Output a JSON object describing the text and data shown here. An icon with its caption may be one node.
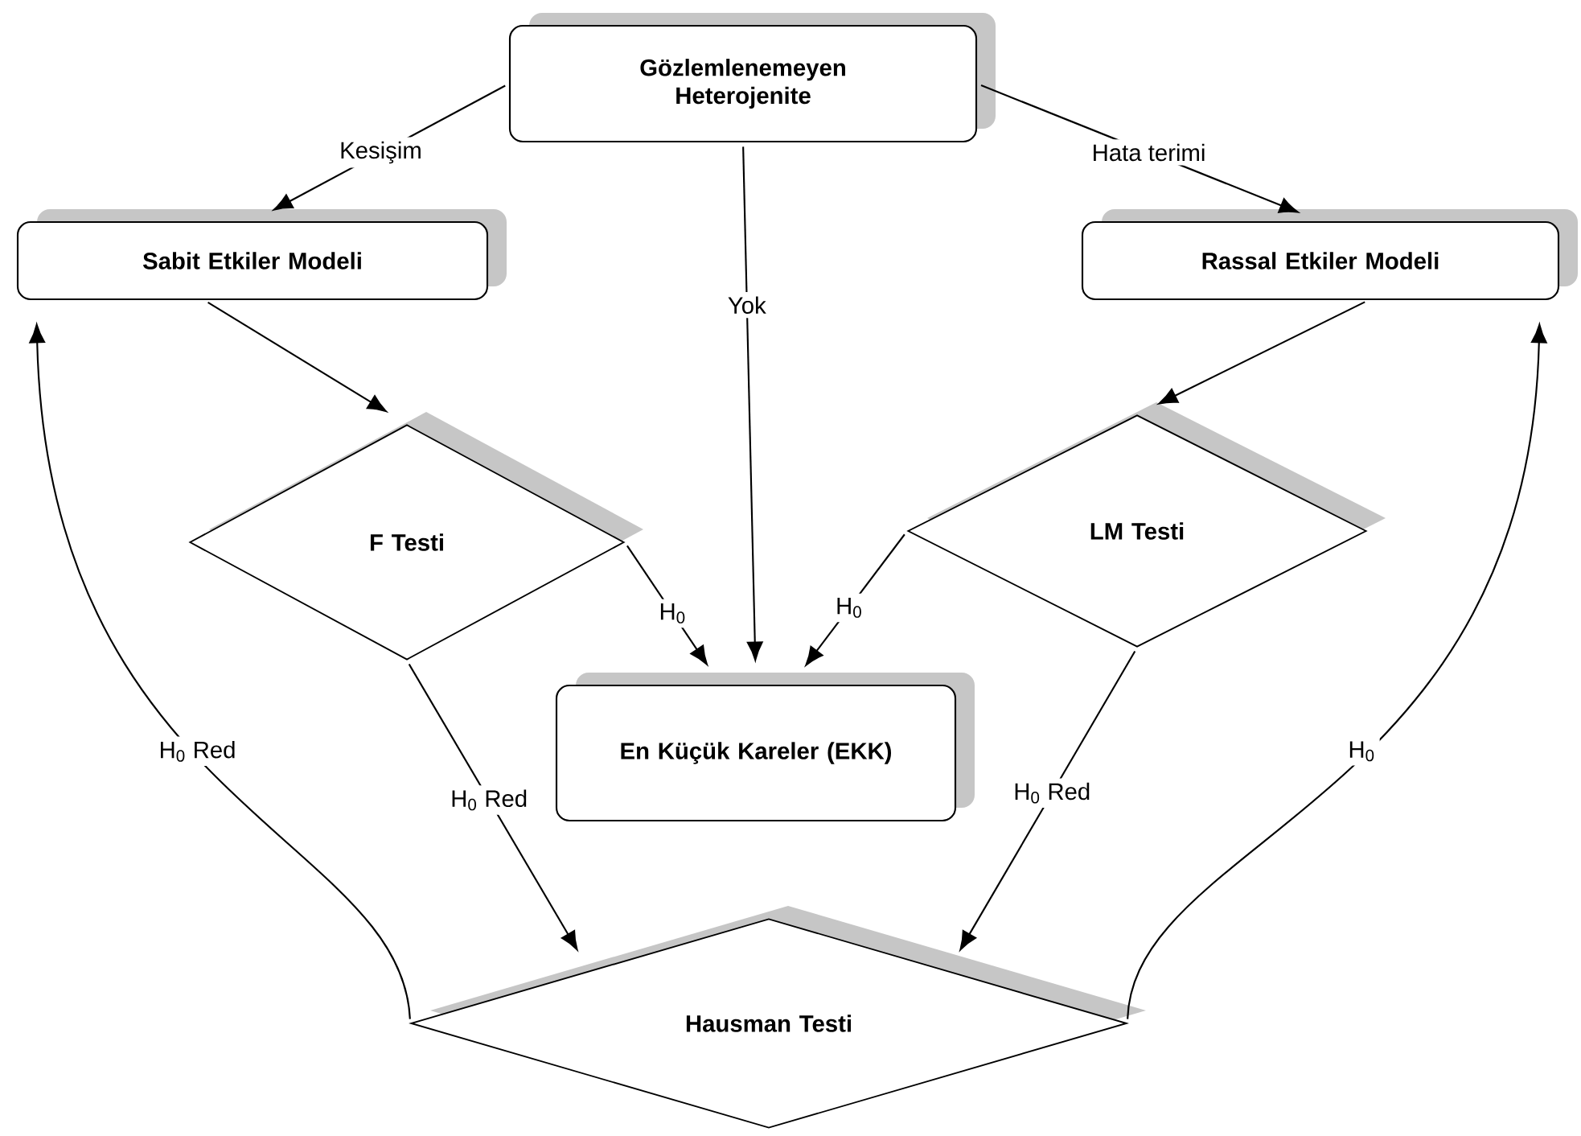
{
  "diagram": {
    "nodes": [
      {
        "text": [
          "Gözlemlenemeyen Heterojenite"
        ]
      },
      {
        "text": [
          "Sabit Etkiler Modeli"
        ]
      },
      {
        "text": [
          "Rassal Etkiler Modeli"
        ]
      },
      {
        "text": [
          "F Testi"
        ]
      },
      {
        "text": [
          "LM Testi"
        ]
      },
      {
        "text": [
          "En Küçük Kareler (EKK)"
        ]
      },
      {
        "text": [
          "Hausman Testi"
        ]
      }
    ],
    "edges": [
      {
        "from": 0,
        "to": 1,
        "arrow": "to",
        "label": "Kesişim"
      },
      {
        "from": 0,
        "to": 2,
        "arrow": "to",
        "label": "Hata terimi"
      },
      {
        "from": 0,
        "to": 5,
        "arrow": "to",
        "label": "Yok"
      },
      {
        "from": 1,
        "to": 3,
        "arrow": "to"
      },
      {
        "from": 2,
        "to": 4,
        "arrow": "to"
      },
      {
        "from": 3,
        "to": 5,
        "arrow": "to",
        "label": "H$_{0}$"
      },
      {
        "from": 4,
        "to": 5,
        "arrow": "to",
        "label": "H$_{0}$"
      },
      {
        "from": 3,
        "to": 6,
        "arrow": "to",
        "label": "H$_{0}$ Red"
      },
      {
        "from": 4,
        "to": 6,
        "arrow": "to",
        "label": "H$_{0}$ Red"
      },
      {
        "from": 6,
        "to": 1,
        "arrow": "to",
        "label": "H$_{0}$ Red"
      },
      {
        "from": 6,
        "to": 2,
        "arrow": "to",
        "label": "H$_{0}$"
      }
    ]
  }
}
